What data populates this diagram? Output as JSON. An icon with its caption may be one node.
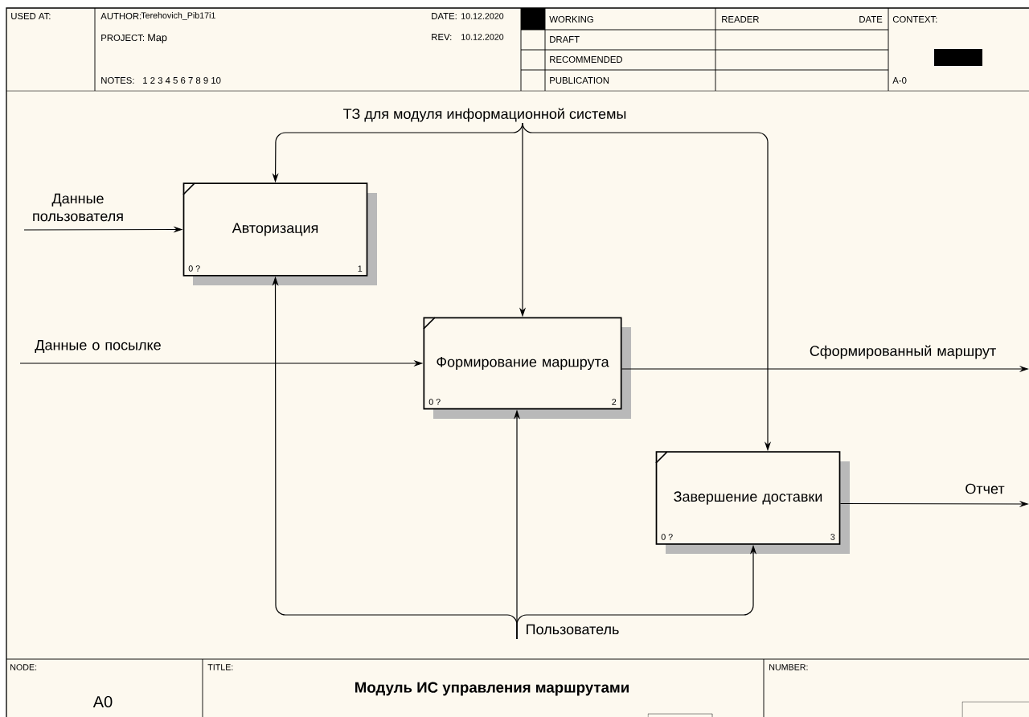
{
  "diagram": {
    "title": "Модуль ИС управления маршрутами",
    "nodes": [
      {
        "text": [
          "Авторизация",
          "0 ?",
          "1"
        ]
      },
      {
        "text": [
          "Формирование маршрута",
          "0 ?",
          "2"
        ]
      },
      {
        "text": [
          "Завершение доставки",
          "0 ?",
          "3"
        ]
      },
      {
        "text": [
          "ТЗ для модуля информационной системы"
        ]
      },
      {
        "text": [
          "Пользователь"
        ]
      }
    ],
    "edges": [
      {
        "from": null,
        "to": 0,
        "arrow": "to",
        "label": "Данные пользователя"
      },
      {
        "from": null,
        "to": 1,
        "arrow": "to",
        "label": "Данные о посылке"
      },
      {
        "from": 1,
        "to": null,
        "arrow": "to",
        "label": "Сформированный маршрут"
      },
      {
        "from": 2,
        "to": null,
        "arrow": "to",
        "label": "Отчет"
      },
      {
        "from": 3,
        "to": 0,
        "arrow": "to"
      },
      {
        "from": 3,
        "to": 1,
        "arrow": "to"
      },
      {
        "from": 3,
        "to": 2,
        "arrow": "to"
      },
      {
        "from": 4,
        "to": 0,
        "arrow": "to"
      },
      {
        "from": 4,
        "to": 1,
        "arrow": "to"
      },
      {
        "from": 4,
        "to": 2,
        "arrow": "to"
      }
    ],
    "labels": [
      "USED AT:",
      "AUTHOR:",
      "Terehovich_Pib17i1",
      "PROJECT:",
      "Map",
      "NOTES:",
      "1 2 3 4 5 6 7 8 9 10",
      "DATE:",
      "10.12.2020",
      "REV:",
      "10.12.2020",
      "WORKING",
      "READER",
      "DATE",
      "CONTEXT:",
      "DRAFT",
      "RECOMMENDED",
      "PUBLICATION",
      "A-0",
      "NODE:",
      "A0",
      "TITLE:",
      "NUMBER:"
    ]
  }
}
